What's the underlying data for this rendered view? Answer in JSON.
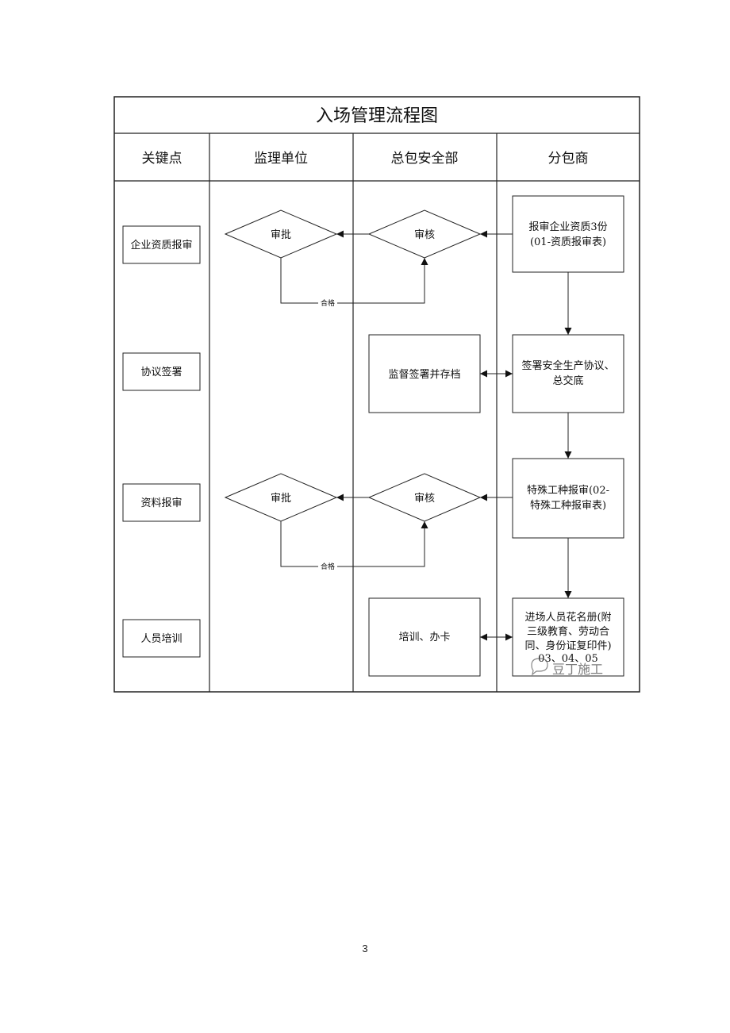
{
  "title": "入场管理流程图",
  "columns": {
    "key_points": "关键点",
    "supervisor": "监理单位",
    "safety_dept": "总包安全部",
    "subcontractor": "分包商"
  },
  "key_points": [
    "企业资质报审",
    "协议签署",
    "资料报审",
    "人员培训"
  ],
  "nodes": {
    "approve_1": "审批",
    "review_1": "审核",
    "submit_qualification": [
      "报审企业资质3份",
      "(01-资质报审表)"
    ],
    "pass_1": "合格",
    "supervise_archive": "监督签署并存档",
    "sign_agreement": [
      "签署安全生产协议、",
      "总交底"
    ],
    "approve_2": "审批",
    "review_2": "审核",
    "special_trades": [
      "特殊工种报审(02-",
      "特殊工种报审表)"
    ],
    "pass_2": "合格",
    "training_card": "培训、办卡",
    "roster": [
      "进场人员花名册(附",
      "三级教育、劳动合",
      "同、身份证复印件)",
      "03、04、05"
    ]
  },
  "watermark": "豆丁施工",
  "page_number": "3"
}
